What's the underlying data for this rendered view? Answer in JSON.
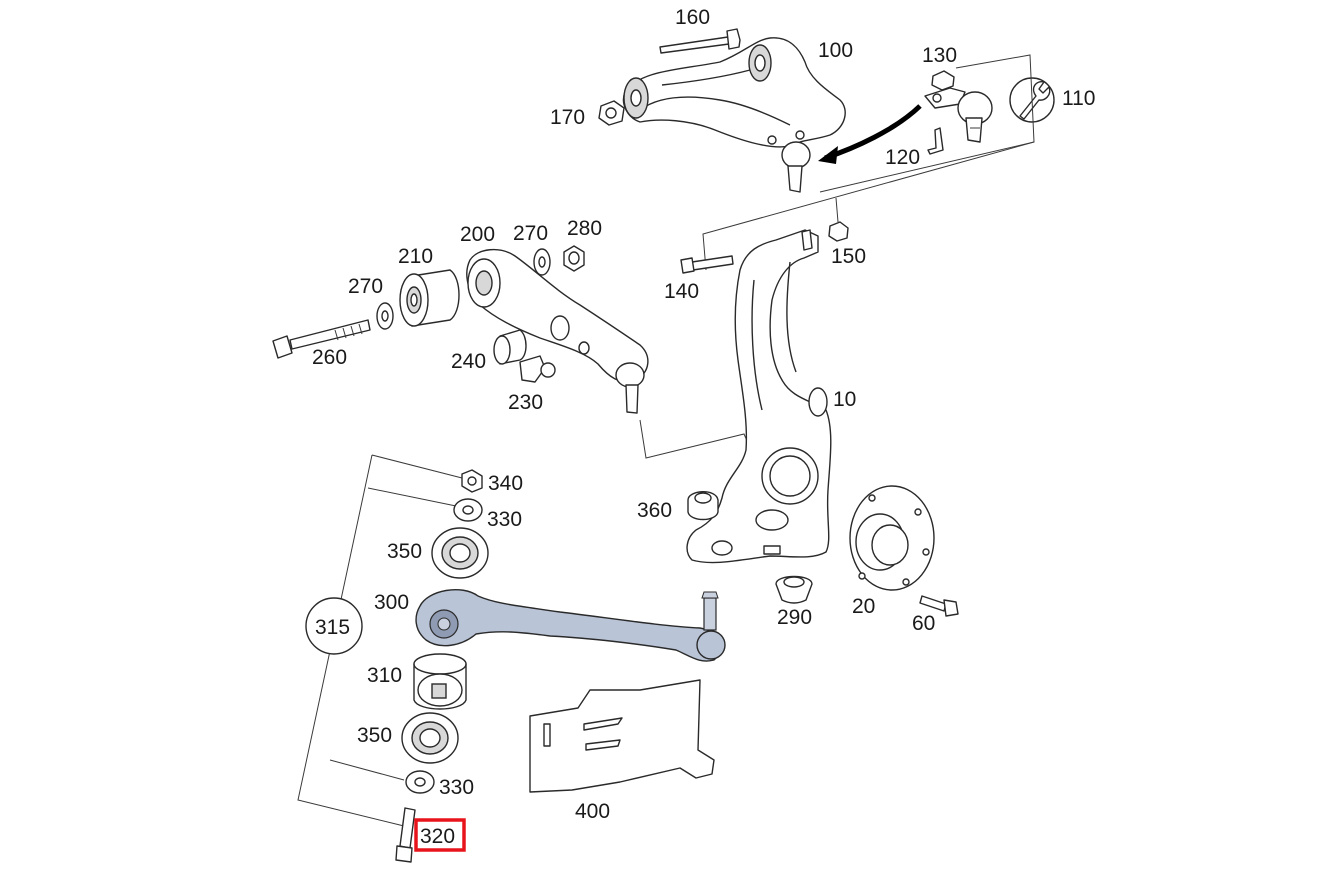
{
  "labels": {
    "p10": "10",
    "p20": "20",
    "p60": "60",
    "p100": "100",
    "p110": "110",
    "p120": "120",
    "p130": "130",
    "p140": "140",
    "p150": "150",
    "p160": "160",
    "p170": "170",
    "p200": "200",
    "p210": "210",
    "p230": "230",
    "p240": "240",
    "p260": "260",
    "p270a": "270",
    "p270b": "270",
    "p280": "280",
    "p290": "290",
    "p300": "300",
    "p310": "310",
    "p315": "315",
    "p320": "320",
    "p330a": "330",
    "p330b": "330",
    "p340": "340",
    "p350a": "350",
    "p350b": "350",
    "p360": "360",
    "p400": "400"
  },
  "colors": {
    "highlight": "#e8141c",
    "selected_part_fill": "#b9c4d6"
  },
  "highlighted_part": "320"
}
